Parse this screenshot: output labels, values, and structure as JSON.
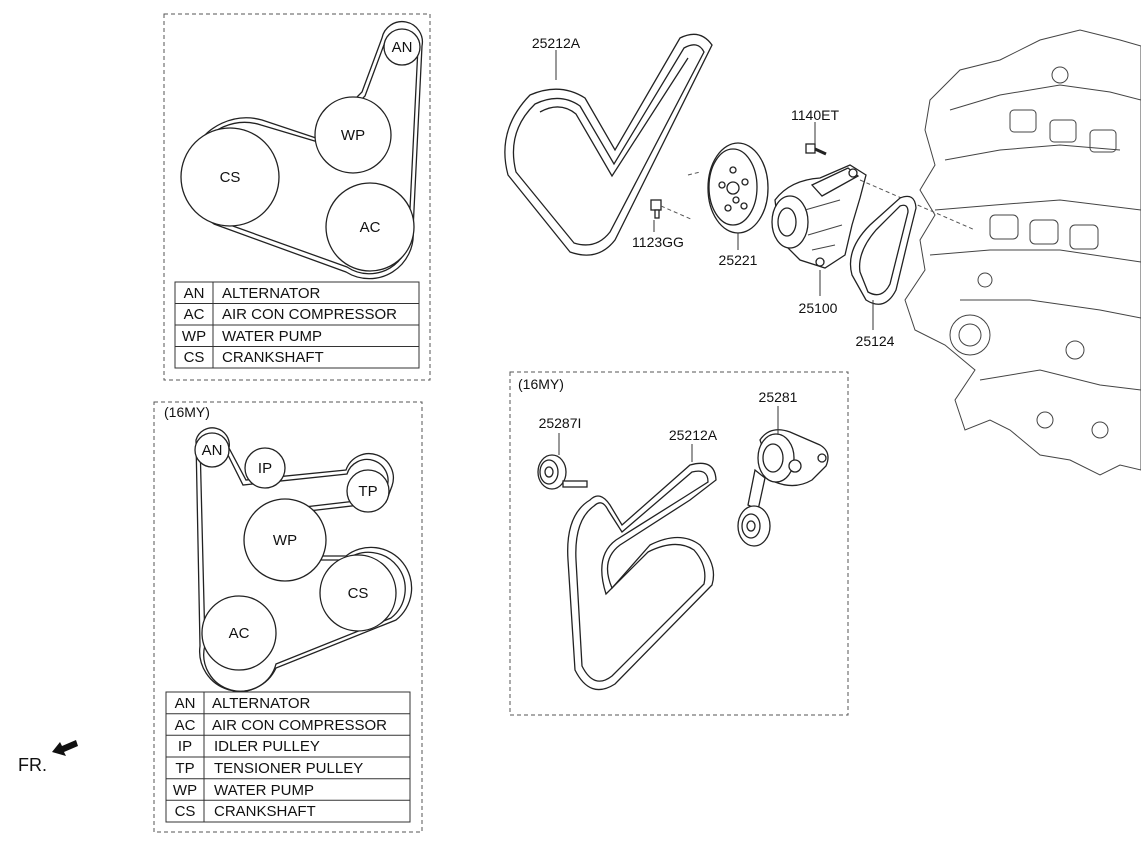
{
  "panel_top_left": {
    "pulleys": {
      "an": "AN",
      "wp": "WP",
      "cs": "CS",
      "ac": "AC"
    },
    "legend": [
      {
        "code": "AN",
        "name": "ALTERNATOR"
      },
      {
        "code": "AC",
        "name": "AIR CON COMPRESSOR"
      },
      {
        "code": "WP",
        "name": "WATER PUMP"
      },
      {
        "code": "CS",
        "name": "CRANKSHAFT"
      }
    ]
  },
  "panel_bottom_left": {
    "tag": "(16MY)",
    "pulleys": {
      "an": "AN",
      "ip": "IP",
      "tp": "TP",
      "wp": "WP",
      "cs": "CS",
      "ac": "AC"
    },
    "legend": [
      {
        "code": "AN",
        "name": "ALTERNATOR"
      },
      {
        "code": "AC",
        "name": "AIR CON COMPRESSOR"
      },
      {
        "code": "IP",
        "name": "IDLER PULLEY"
      },
      {
        "code": "TP",
        "name": "TENSIONER PULLEY"
      },
      {
        "code": "WP",
        "name": "WATER PUMP"
      },
      {
        "code": "CS",
        "name": "CRANKSHAFT"
      }
    ]
  },
  "parts_top": {
    "belt": "25212A",
    "bolt_pump": "1140ET",
    "bolt_pulley": "1123GG",
    "pulley": "25221",
    "pump": "25100",
    "gasket": "25124"
  },
  "panel_16my": {
    "tag": "(16MY)",
    "idler": "25287I",
    "belt": "25212A",
    "tensioner": "25281"
  },
  "front_marker": "FR."
}
